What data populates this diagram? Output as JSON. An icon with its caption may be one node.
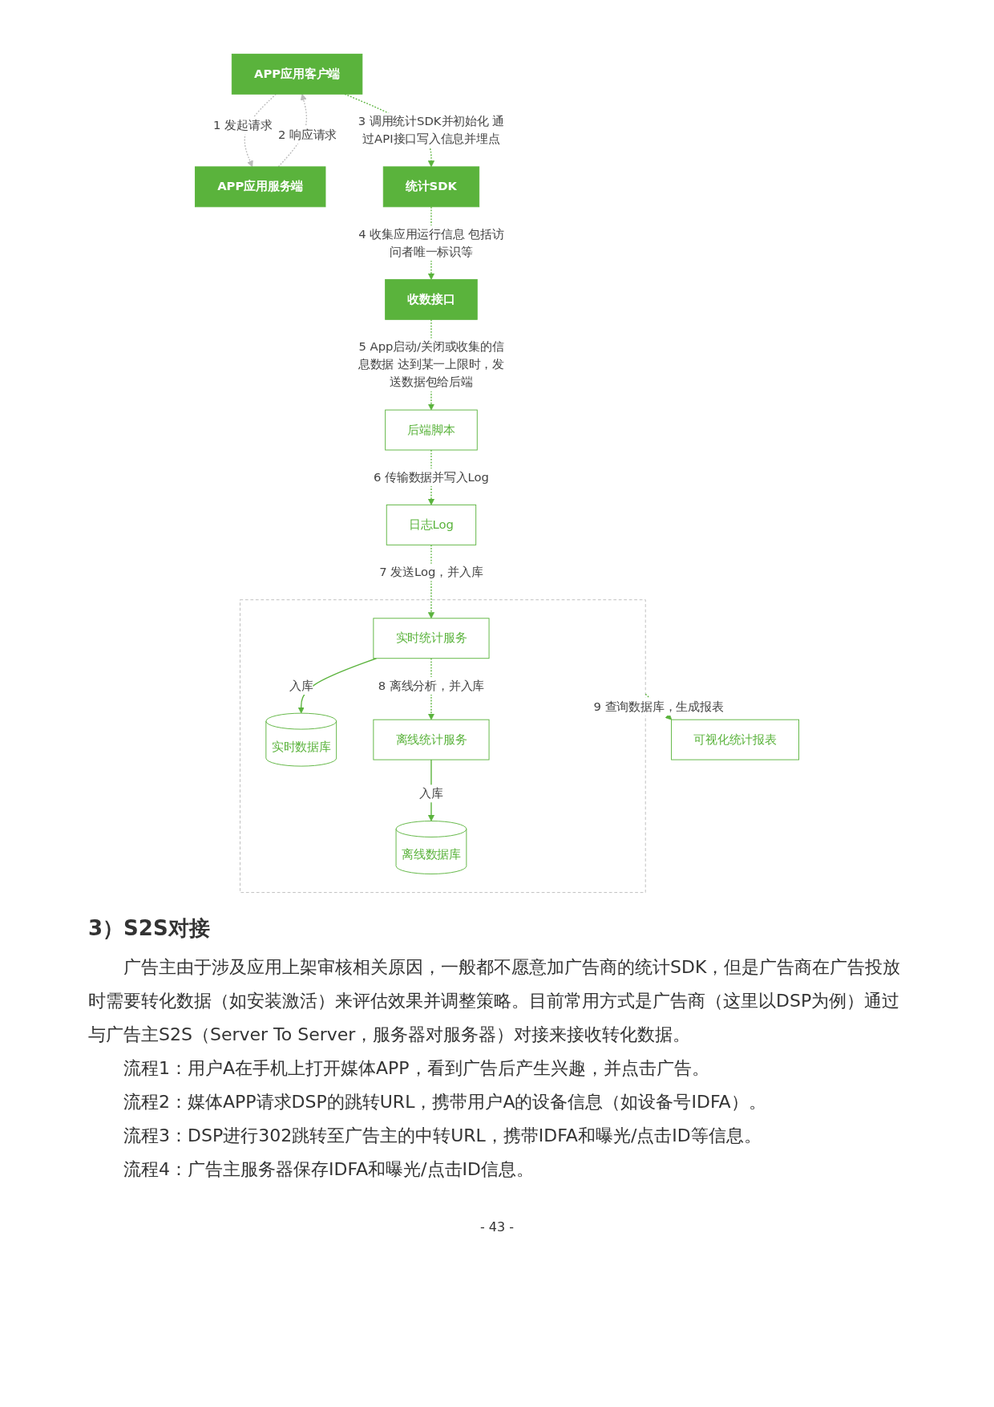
{
  "diagram": {
    "nodes": [
      {
        "text": [
          "APP应用客户端"
        ]
      },
      {
        "text": [
          "APP应用服务端"
        ]
      },
      {
        "text": [
          "统计SDK"
        ]
      },
      {
        "text": [
          "收数接口"
        ]
      },
      {
        "text": [
          "后端脚本"
        ]
      },
      {
        "text": [
          "日志Log"
        ]
      },
      {
        "text": [],
        "shape": "box"
      },
      {
        "text": [
          "实时统计服务"
        ],
        "in": 6
      },
      {
        "text": [
          "实时数据库"
        ],
        "in": 6
      },
      {
        "text": [
          "离线统计服务"
        ],
        "in": 6
      },
      {
        "text": [
          "离线数据库"
        ],
        "in": 6
      },
      {
        "text": [
          "可视化统计报表"
        ]
      }
    ],
    "edges": [
      {
        "from": 0,
        "to": 1,
        "arrow": "to",
        "style": "dashed",
        "color": "#bbbbbb",
        "label": "1 发起请求"
      },
      {
        "from": 1,
        "to": 0,
        "arrow": "to",
        "style": "dashed",
        "color": "#bbbbbb",
        "label": "2 响应请求"
      },
      {
        "from": 0,
        "to": 2,
        "arrow": "to",
        "style": "dashed",
        "label": "3 调用统计SDK并初始化 通过API接口写入信息并埋点"
      },
      {
        "from": 2,
        "to": 3,
        "arrow": "to",
        "style": "dashed",
        "label": "4 收集应用运行信息 包括访问者唯一标识等"
      },
      {
        "from": 3,
        "to": 4,
        "arrow": "to",
        "style": "dashed",
        "label": "5 App启动/关闭或收集的信息数据 达到某一上限时，发送数据包给后端"
      },
      {
        "from": 4,
        "to": 5,
        "arrow": "to",
        "style": "dashed",
        "label": "6 传输数据并写入Log"
      },
      {
        "from": 5,
        "to": 7,
        "arrow": "to",
        "style": "dashed",
        "label": "7 发送Log，并入库"
      },
      {
        "from": 7,
        "to": 8,
        "arrow": "to",
        "label": "入库"
      },
      {
        "from": 7,
        "to": 9,
        "arrow": "to",
        "style": "dashed",
        "label": "8 离线分析，并入库"
      },
      {
        "from": 9,
        "to": 10,
        "arrow": "to",
        "label": "入库"
      },
      {
        "from": 6,
        "to": 11,
        "arrow": "to",
        "style": "dashed",
        "label": "9 查询数据库，生成报表"
      }
    ],
    "labels": [
      "3）S2S对接",
      "广告主由于涉及应用上架审核相关原因，一般都不愿意加广告商的统计SDK，但是广告商在广告投放时需要转化数据（如安装激活）来评估效果并调整策略。目前常用方式是广告商（这里以DSP为例）通过与广告主S2S（Server To Server，服务器对服务器）对接来接收转化数据。",
      "流程1：用户A在手机上打开媒体APP，看到广告后产生兴趣，并点击广告。",
      "流程2：媒体APP请求DSP的跳转URL，携带用户A的设备信息（如设备号IDFA）。",
      "流程3：DSP进行302跳转至广告主的中转URL，携带IDFA和曝光/点击ID等信息。",
      "流程4：广告主服务器保存IDFA和曝光/点击ID信息。",
      "- 43 -"
    ]
  }
}
